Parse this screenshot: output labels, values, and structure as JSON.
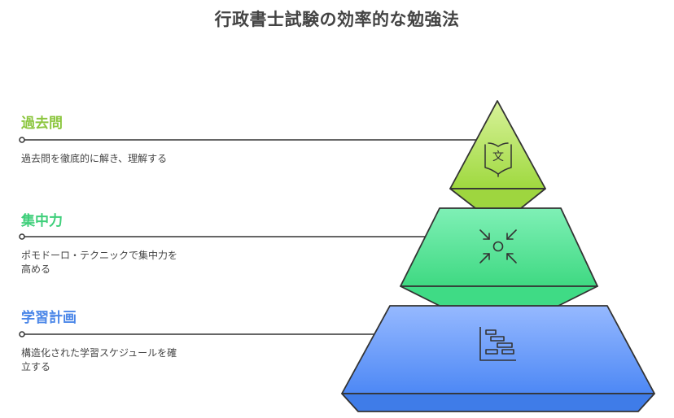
{
  "title": "行政書士試験の効率的な勉強法",
  "levels": [
    {
      "heading": "過去問",
      "description": "過去問を徹底的に解き、理解する",
      "color": "#8cc63f",
      "icon": "translate-book-icon"
    },
    {
      "heading": "集中力",
      "description_lines": [
        "ポモドーロ・テクニックで集中力を",
        "高める"
      ],
      "color": "#3ecf7a",
      "icon": "focus-arrows-icon"
    },
    {
      "heading": "学習計画",
      "description_lines": [
        "構造化された学習スケジュールを確",
        "立する"
      ],
      "color": "#4a86e8",
      "icon": "gantt-chart-icon"
    }
  ]
}
